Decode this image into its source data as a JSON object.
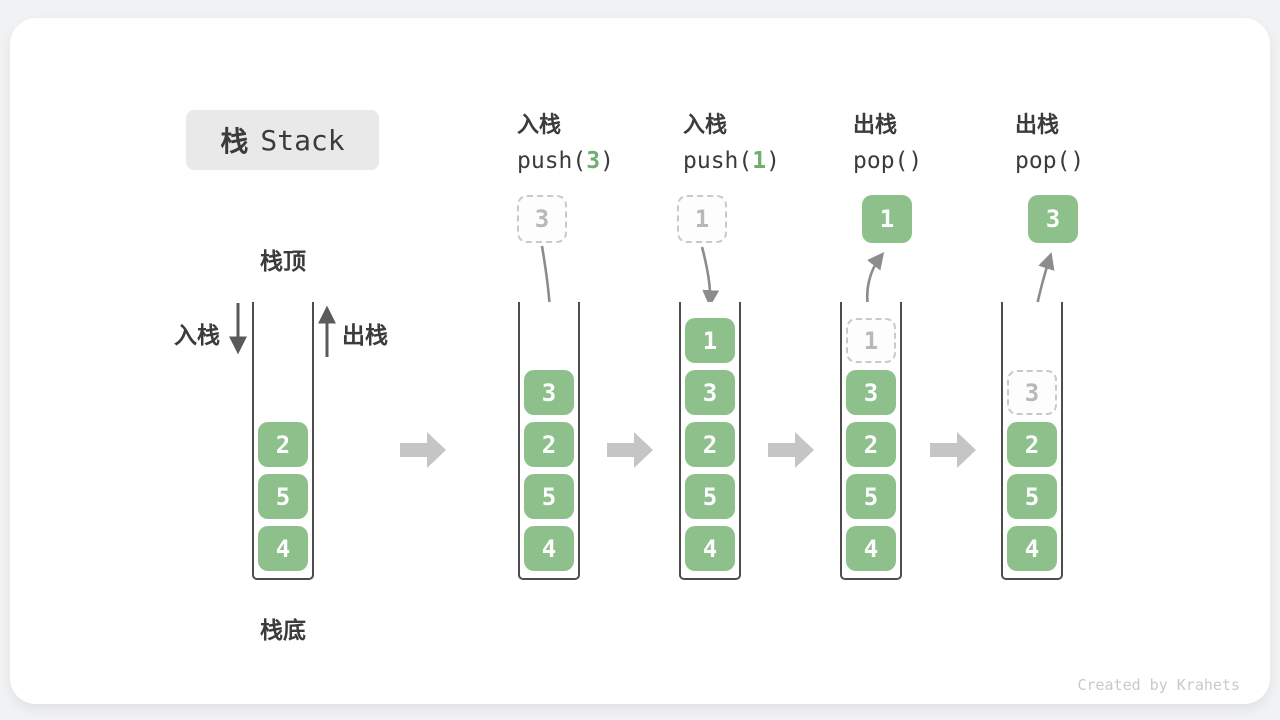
{
  "title": {
    "zh": "栈",
    "en": "Stack"
  },
  "labels": {
    "stack_top": "栈顶",
    "stack_bottom": "栈底",
    "push_arrow": "入栈",
    "pop_arrow": "出栈"
  },
  "operations": [
    {
      "name": "入栈",
      "code_pre": "push(",
      "code_arg": "3",
      "code_post": ")",
      "moved_value": "3"
    },
    {
      "name": "入栈",
      "code_pre": "push(",
      "code_arg": "1",
      "code_post": ")",
      "moved_value": "1"
    },
    {
      "name": "出栈",
      "code_pre": "pop(",
      "code_arg": "",
      "code_post": ")",
      "moved_value": "1"
    },
    {
      "name": "出栈",
      "code_pre": "pop(",
      "code_arg": "",
      "code_post": ")",
      "moved_value": "3"
    }
  ],
  "stacks": [
    {
      "cells": [
        "2",
        "5",
        "4"
      ]
    },
    {
      "cells": [
        "3",
        "2",
        "5",
        "4"
      ]
    },
    {
      "cells": [
        "1",
        "3",
        "2",
        "5",
        "4"
      ]
    },
    {
      "ghost": "1",
      "cells": [
        "3",
        "2",
        "5",
        "4"
      ]
    },
    {
      "ghost": "3",
      "cells": [
        "2",
        "5",
        "4"
      ]
    }
  ],
  "footer": {
    "credit": "Created by Krahets"
  },
  "colors": {
    "element_green": "#8EC08C",
    "code_arg_green": "#6FAE6F",
    "ghost_gray": "#B8B8B8",
    "text_dark": "#3B3B3B",
    "motion_arrow_gray": "#8C8C8C",
    "direction_arrow_gray": "#5A5A5A",
    "step_arrow_gray": "#C5C5C5",
    "title_box_bg": "#E9E9E9",
    "card_bg": "#FFFFFF"
  }
}
